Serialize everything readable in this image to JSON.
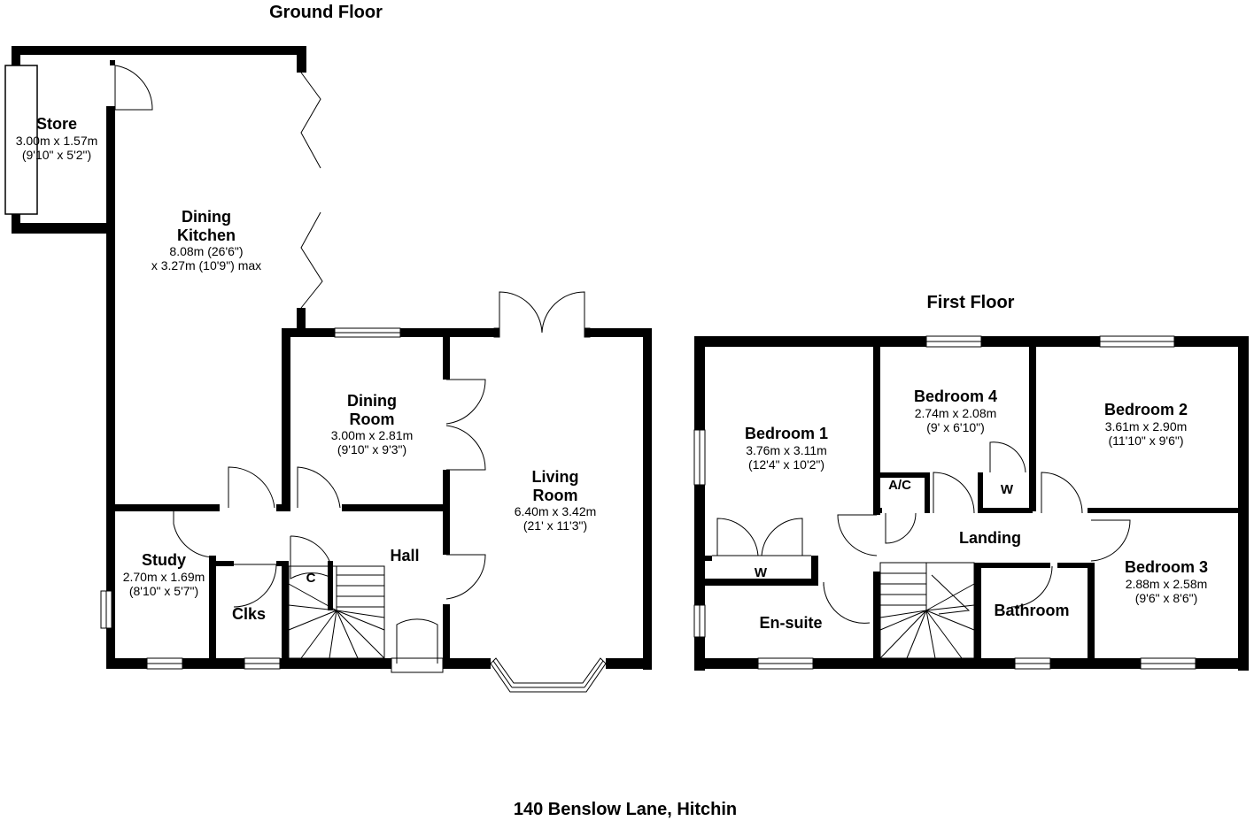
{
  "ground_floor": {
    "title": "Ground Floor",
    "store": {
      "name": "Store",
      "dim1": "3.00m x 1.57m",
      "dim2": "(9'10\" x 5'2\")"
    },
    "kitchen": {
      "name1": "Dining",
      "name2": "Kitchen",
      "dim1": "8.08m (26'6\")",
      "dim2": "x 3.27m (10'9\") max"
    },
    "dining_room": {
      "name1": "Dining",
      "name2": "Room",
      "dim1": "3.00m x 2.81m",
      "dim2": "(9'10\" x 9'3\")"
    },
    "living_room": {
      "name1": "Living",
      "name2": "Room",
      "dim1": "6.40m x 3.42m",
      "dim2": "(21' x 11'3\")"
    },
    "study": {
      "name": "Study",
      "dim1": "2.70m x 1.69m",
      "dim2": "(8'10\" x 5'7\")"
    },
    "clks": "Clks",
    "cupboard": "C",
    "hall": "Hall"
  },
  "first_floor": {
    "title": "First Floor",
    "bedroom1": {
      "name": "Bedroom 1",
      "dim1": "3.76m x 3.11m",
      "dim2": "(12'4\" x 10'2\")"
    },
    "bedroom4": {
      "name": "Bedroom 4",
      "dim1": "2.74m x 2.08m",
      "dim2": "(9' x 6'10\")"
    },
    "bedroom2": {
      "name": "Bedroom 2",
      "dim1": "3.61m x 2.90m",
      "dim2": "(11'10\" x 9'6\")"
    },
    "bedroom3": {
      "name": "Bedroom 3",
      "dim1": "2.88m x 2.58m",
      "dim2": "(9'6\" x 8'6\")"
    },
    "ac": "A/C",
    "wardrobe_b4": "W",
    "wardrobe_b1": "W",
    "landing": "Landing",
    "bathroom": "Bathroom",
    "ensuite": "En-suite"
  },
  "address": "140 Benslow Lane, Hitchin"
}
